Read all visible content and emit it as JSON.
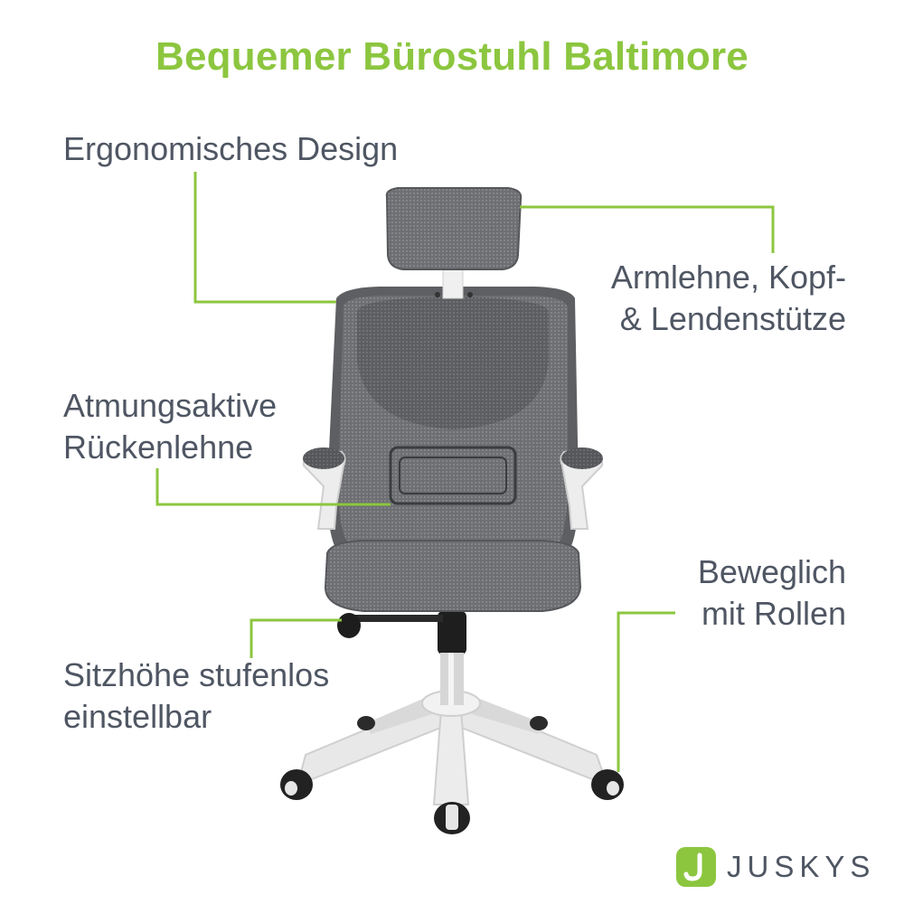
{
  "title": "Bequemer Bürostuhl Baltimore",
  "features": {
    "ergonomic": [
      "Ergonomisches Design"
    ],
    "armrest": [
      "Armlehne, Kopf-",
      "& Lendenstütze"
    ],
    "backrest": [
      "Atmungsaktive",
      "Rückenlehne"
    ],
    "wheels": [
      "Beweglich",
      "mit Rollen"
    ],
    "height": [
      "Sitzhöhe stufenlos",
      "einstellbar"
    ]
  },
  "brand": {
    "name": "JUSKYS",
    "mark": "J"
  },
  "colors": {
    "accent": "#8cc63f",
    "text": "#4f5663",
    "mesh": "#6f7174",
    "frame": "#eeeeee"
  }
}
